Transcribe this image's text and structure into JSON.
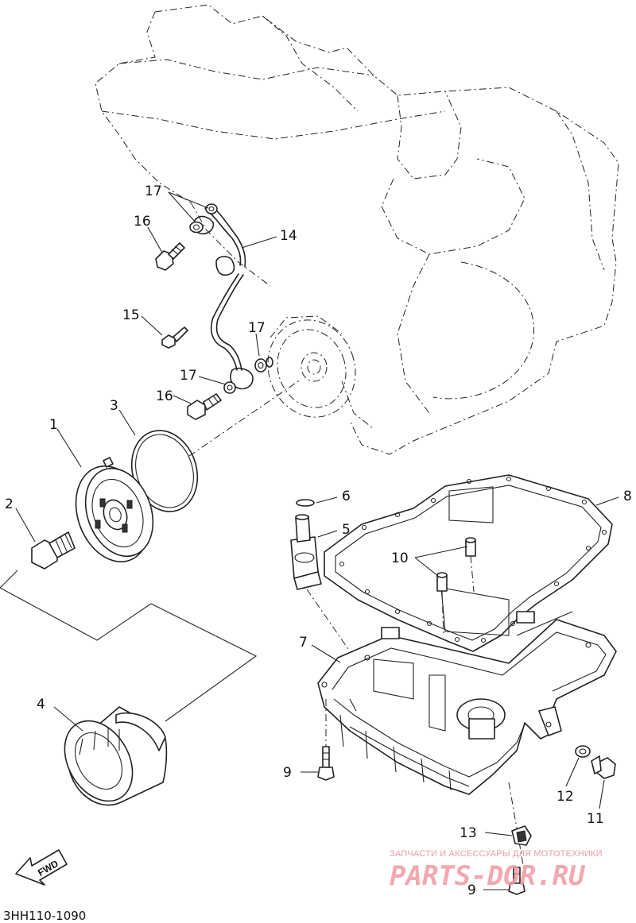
{
  "diagram_code": "3HH110-1090",
  "fwd_label": "FWD",
  "watermark": {
    "tagline": "ЗАПЧАСТИ И АКСЕССУАРЫ ДЛЯ МОТОТЕХНИКИ",
    "brand": "PARTS-DOR.RU"
  },
  "callouts": {
    "p1": "1",
    "p2": "2",
    "p3": "3",
    "p4": "4",
    "p5": "5",
    "p6": "6",
    "p7": "7",
    "p8": "8",
    "p9a": "9",
    "p9b": "9",
    "p10": "10",
    "p11": "11",
    "p12": "12",
    "p13": "13",
    "p14": "14",
    "p15": "15",
    "p16a": "16",
    "p16b": "16",
    "p17a": "17",
    "p17b": "17",
    "p17c": "17"
  },
  "colors": {
    "line": "#222222",
    "watermark": "#ef9aa2"
  }
}
